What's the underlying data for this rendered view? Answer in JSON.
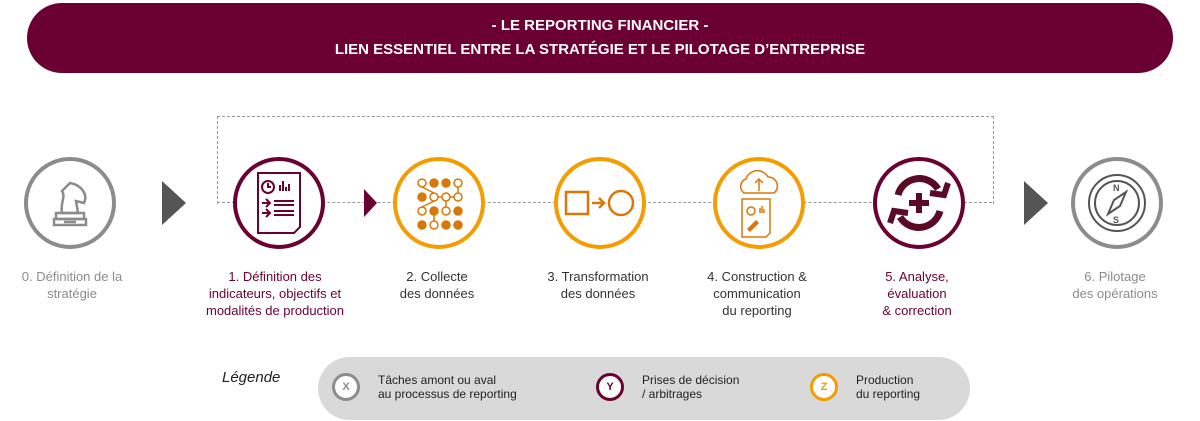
{
  "header": {
    "line1": "- LE REPORTING FINANCIER -",
    "line2": "LIEN ESSENTIEL ENTRE LA STRATÉGIE ET LE PILOTAGE D’ENTREPRISE"
  },
  "steps": [
    {
      "label1": "0. Définition de la",
      "label2": "stratégie",
      "label3": "",
      "icon": "chess-knight-icon",
      "color": "#8c8c8c"
    },
    {
      "label1": "1. Définition des",
      "label2": "indicateurs, objectifs et",
      "label3": "modalités de production",
      "icon": "report-document-icon",
      "color": "#6b0033"
    },
    {
      "label1": "2. Collecte",
      "label2": "des données",
      "label3": "",
      "icon": "data-network-icon",
      "color": "#333333"
    },
    {
      "label1": "3. Transformation",
      "label2": "des données",
      "label3": "",
      "icon": "transform-icon",
      "color": "#333333"
    },
    {
      "label1": "4. Construction &",
      "label2": "communication",
      "label3": "du reporting",
      "icon": "cloud-upload-report-icon",
      "color": "#333333"
    },
    {
      "label1": "5. Analyse,",
      "label2": "évaluation",
      "label3": "& correction",
      "icon": "cycle-plus-icon",
      "color": "#6b0033"
    },
    {
      "label1": "6. Pilotage",
      "label2": "des opérations",
      "label3": "",
      "icon": "compass-icon",
      "color": "#8c8c8c"
    }
  ],
  "legend": {
    "title": "Légende",
    "items": [
      {
        "badge": "X",
        "line1": "Tâches amont ou aval",
        "line2": "au processus de reporting",
        "color": "#8c8c8c"
      },
      {
        "badge": "Y",
        "line1": "Prises de décision",
        "line2": "/ arbitrages",
        "color": "#6b0033"
      },
      {
        "badge": "Z",
        "line1": "Production",
        "line2": "du reporting",
        "color": "#f59c00"
      }
    ]
  }
}
